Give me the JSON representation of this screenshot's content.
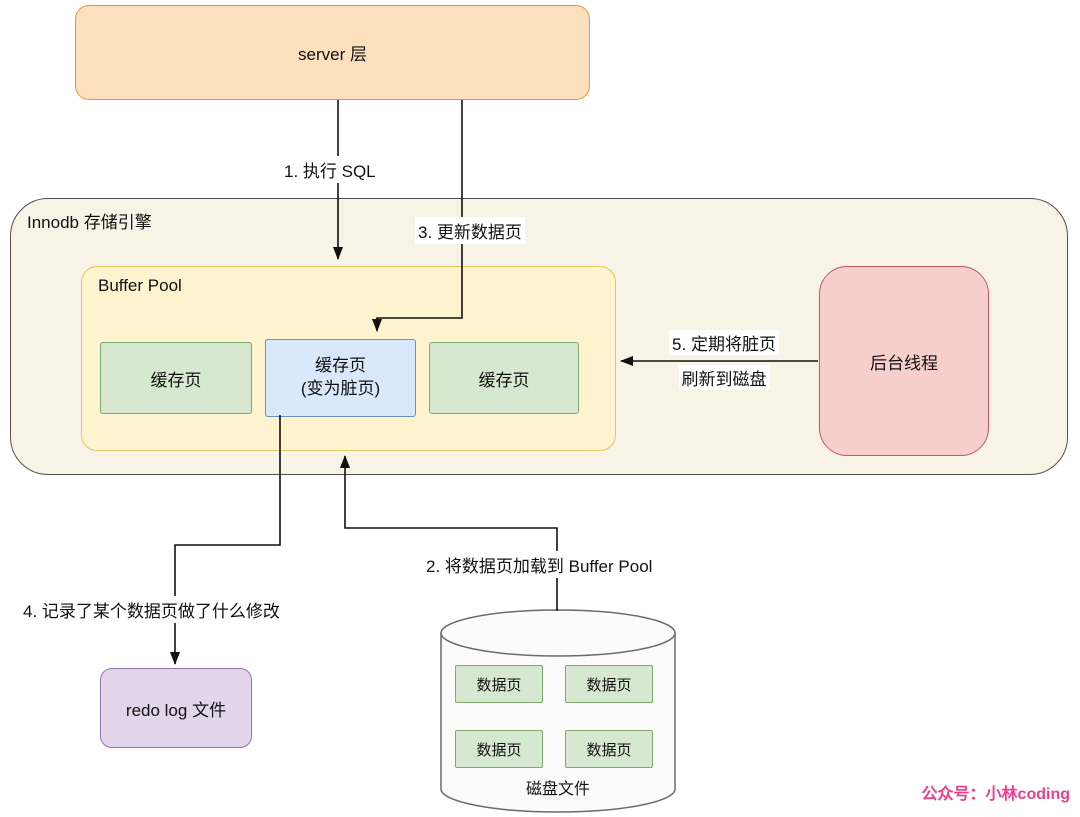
{
  "diagram": {
    "nodes": {
      "server": "server 层",
      "innodb": "Innodb 存储引擎",
      "buffer_pool": "Buffer Pool",
      "cache_page_left": "缓存页",
      "dirty_page_line1": "缓存页",
      "dirty_page_line2": "(变为脏页)",
      "cache_page_right": "缓存页",
      "background_thread": "后台线程",
      "redo_log": "redo log 文件",
      "disk": "磁盘文件",
      "data_pages": [
        "数据页",
        "数据页",
        "数据页",
        "数据页"
      ]
    },
    "steps": {
      "step1": "1. 执行 SQL",
      "step2": "2. 将数据页加载到 Buffer Pool",
      "step3": "3. 更新数据页",
      "step4": "4. 记录了某个数据页做了什么修改",
      "step5_line1": "5. 定期将脏页",
      "step5_line2": "刷新到磁盘"
    },
    "watermark": "公众号：小林coding",
    "colors": {
      "server_fill": "#FCDFBC",
      "server_stroke": "#DB9B43",
      "innodb_fill": "#F7F3E6",
      "innodb_stroke": "#55514A",
      "buffer_pool_fill": "#FEF3CF",
      "buffer_pool_stroke": "#E2C65F",
      "cache_fill": "#D7E8D1",
      "cache_stroke": "#7FA96F",
      "dirty_fill": "#DAE8FC",
      "dirty_stroke": "#6C8EBF",
      "thread_fill": "#F6CFCC",
      "thread_stroke": "#BF5A5E",
      "redo_fill": "#E3D6EB",
      "redo_stroke": "#9673A6",
      "disk_fill": "#FBFBFB",
      "disk_stroke": "#6B6B6B",
      "arrow": "#111111",
      "watermark": "#EB3E8C"
    }
  }
}
